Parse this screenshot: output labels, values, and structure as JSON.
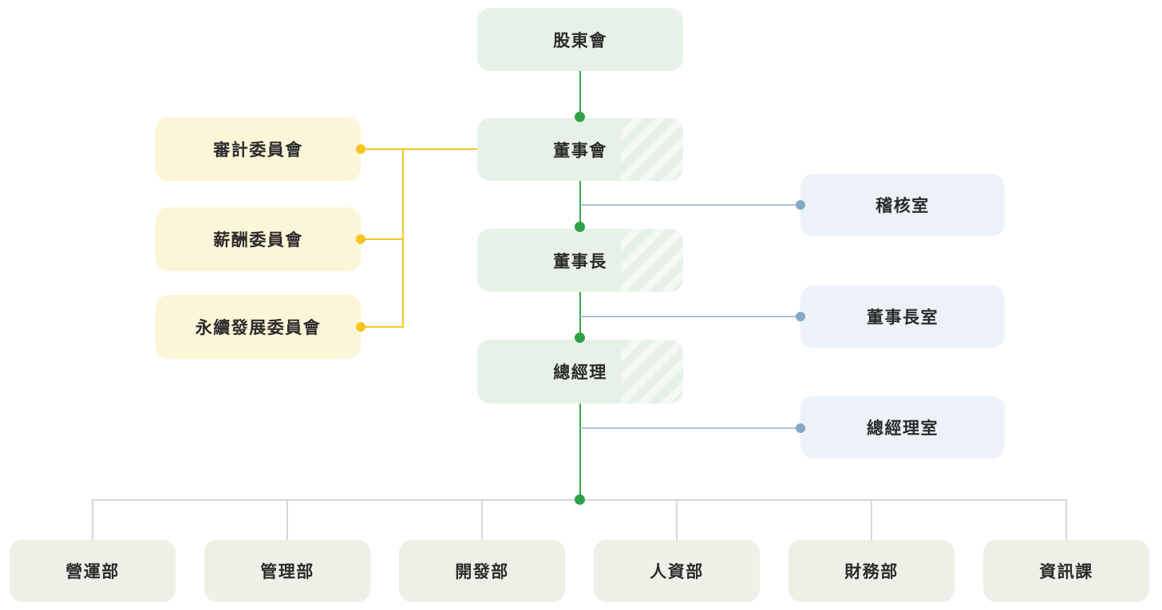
{
  "chart_title": "organization-chart",
  "colors": {
    "governance_box": "#e8f1e7",
    "governance_line": "#3aa54b",
    "committee_box": "#fdf5d8",
    "committee_line": "#f6c624",
    "office_box": "#edf2f8",
    "office_line": "#aac4d8",
    "office_dot": "#84aac6",
    "department_box": "#efeee7",
    "department_line": "#d8d7d3",
    "text": "#2b2b2b"
  },
  "governance_chain": [
    {
      "label": "股東會"
    },
    {
      "label": "董事會"
    },
    {
      "label": "董事長"
    },
    {
      "label": "總經理"
    }
  ],
  "committees": [
    {
      "label": "審計委員會"
    },
    {
      "label": "薪酬委員會"
    },
    {
      "label": "永續發展委員會"
    }
  ],
  "offices": [
    {
      "label": "稽核室"
    },
    {
      "label": "董事長室"
    },
    {
      "label": "總經理室"
    }
  ],
  "departments": [
    {
      "label": "營運部"
    },
    {
      "label": "管理部"
    },
    {
      "label": "開發部"
    },
    {
      "label": "人資部"
    },
    {
      "label": "財務部"
    },
    {
      "label": "資訊課"
    }
  ]
}
